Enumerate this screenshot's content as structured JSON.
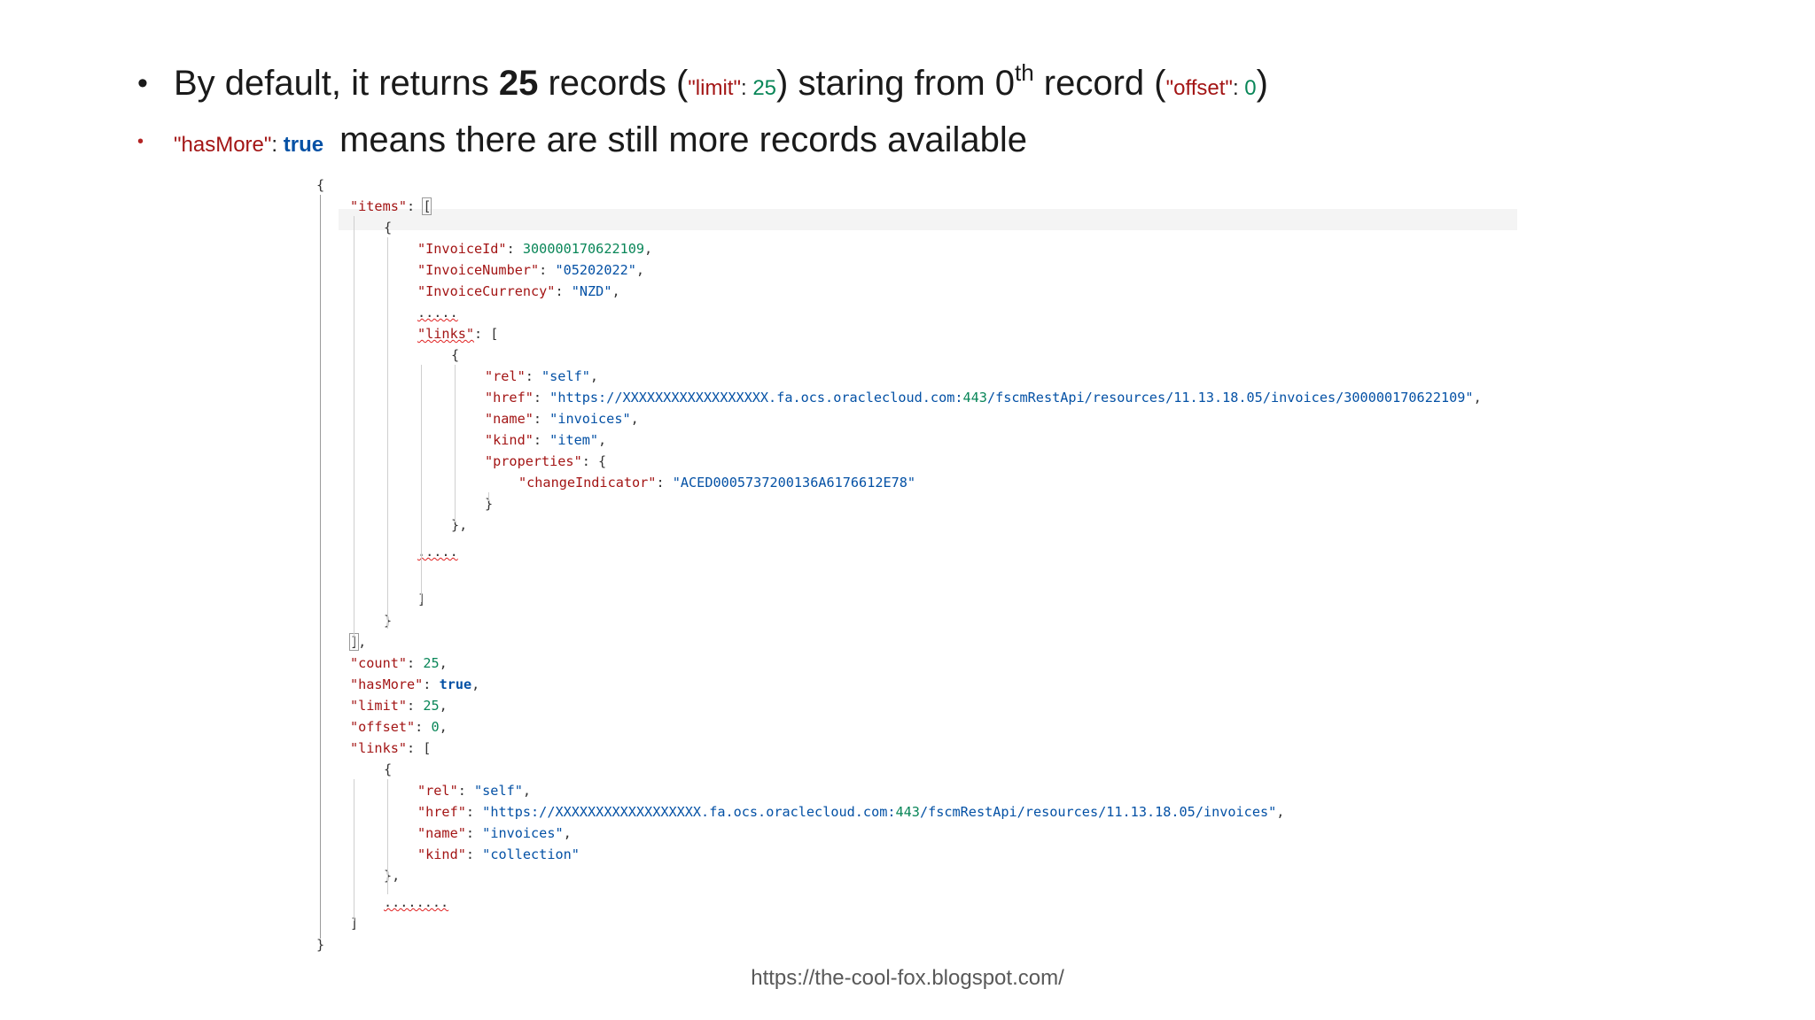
{
  "bullet1": {
    "pre": "By default, it returns ",
    "bold": "25",
    "mid": " records (",
    "limit_key": "\"limit\"",
    "colon1": ": ",
    "limit_val": "25",
    "mid2": ") staring from 0",
    "sup": "th",
    "mid3": " record (",
    "offset_key": "\"offset\"",
    "colon2": ": ",
    "offset_val": "0",
    "end": ")"
  },
  "bullet2": {
    "key": "\"hasMore\"",
    "colon": ": ",
    "val": "true",
    "text": "means there are still more records available"
  },
  "json_lines": [
    "{",
    "\"items\": [",
    "{",
    "\"InvoiceId\": 300000170622109,",
    "\"InvoiceNumber\": \"05202022\",",
    "\"InvoiceCurrency\": \"NZD\",",
    ".....",
    "\"links\": [",
    "{",
    "\"rel\": \"self\",",
    "\"href\": \"https://XXXXXXXXXXXXXXXXXX.fa.ocs.oraclecloud.com:443/fscmRestApi/resources/11.13.18.05/invoices/300000170622109\",",
    "\"name\": \"invoices\",",
    "\"kind\": \"item\",",
    "\"properties\": {",
    "\"changeIndicator\": \"ACED0005737200136A6176612E78\"",
    "}",
    "},",
    ".....",
    "]",
    "}",
    "],",
    "\"count\": 25,",
    "\"hasMore\": true,",
    "\"limit\": 25,",
    "\"offset\": 0,",
    "\"links\": [",
    "{",
    "\"rel\": \"self\",",
    "\"href\": \"https://XXXXXXXXXXXXXXXXXX.fa.ocs.oraclecloud.com:443/fscmRestApi/resources/11.13.18.05/invoices\",",
    "\"name\": \"invoices\",",
    "\"kind\": \"collection\"",
    "},",
    "........",
    "]",
    "}"
  ],
  "footer": "https://the-cool-fox.blogspot.com/"
}
